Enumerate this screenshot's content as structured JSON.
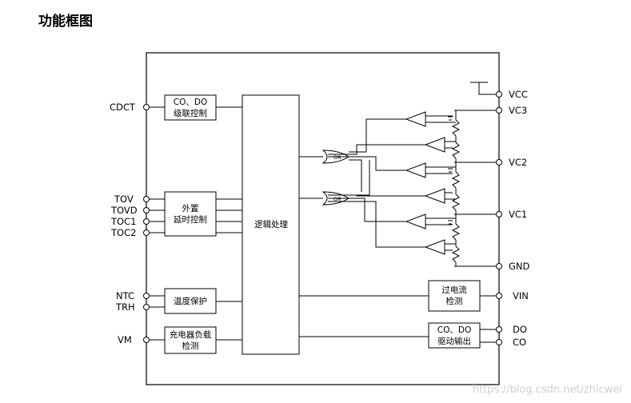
{
  "heading": "功能框图",
  "pins_left": {
    "cdct": "CDCT",
    "tov": "TOV",
    "tovd": "TOVD",
    "toc1": "TOC1",
    "toc2": "TOC2",
    "ntc": "NTC",
    "trh": "TRH",
    "vm": "VM"
  },
  "pins_right": {
    "vcc": "VCC",
    "vc3": "VC3",
    "vc2": "VC2",
    "vc1": "VC1",
    "gnd": "GND",
    "vin": "VIN",
    "do": "DO",
    "co": "CO"
  },
  "blocks": {
    "cascade_line1": "CO、DO",
    "cascade_line2": "级联控制",
    "delay_line1": "外置",
    "delay_line2": "延时控制",
    "temp": "温度保护",
    "charger_line1": "充电器负载",
    "charger_line2": "检测",
    "logic": "逻辑处理",
    "overcurrent_line1": "过电流",
    "overcurrent_line2": "检测",
    "driver_line1": "CO、DO",
    "driver_line2": "驱动输出"
  },
  "gates": {
    "or_top": "OR",
    "or_bottom": "OR"
  },
  "watermark": "https://blog.csdn.net/zhicwei"
}
